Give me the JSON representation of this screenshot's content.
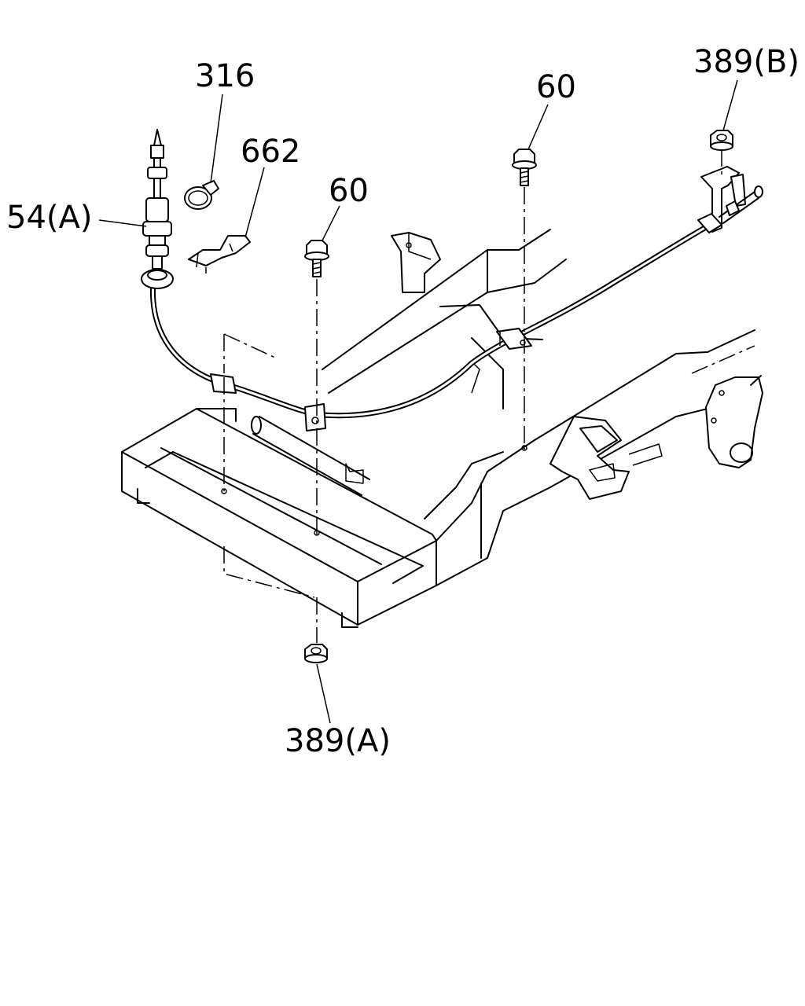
{
  "labels": {
    "p316": "316",
    "p662": "662",
    "p54a": "54(A)",
    "p60_left": "60",
    "p60_right": "60",
    "p389b": "389(B)",
    "p389a": "389(A)"
  }
}
